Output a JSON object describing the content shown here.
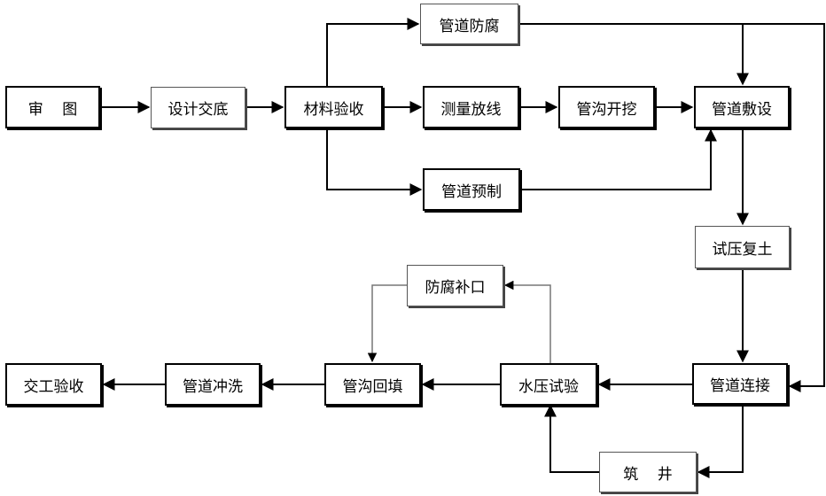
{
  "colors": {
    "line": "#000000",
    "box_border": "#000000",
    "background": "#ffffff"
  },
  "nodes": {
    "shentu": "审    图",
    "sheji_jiaodi": "设计交底",
    "cailiao_yanshou": "材料验收",
    "guandao_fangfu": "管道防腐",
    "celiang_fangxian": "测量放线",
    "gougou_kaiwa": "管沟开挖",
    "guandao_fushe": "管道敷设",
    "guandao_yuzhi": "管道预制",
    "shiya_futu": "试压复土",
    "fangfu_bukou": "防腐补口",
    "jiaogong_yanshou": "交工验收",
    "guandao_chongxi": "管道冲洗",
    "gougou_huitian": "管沟回填",
    "shuiya_shiyan": "水压试验",
    "guandao_lianjie": "管道连接",
    "zhujing": "筑    井"
  }
}
